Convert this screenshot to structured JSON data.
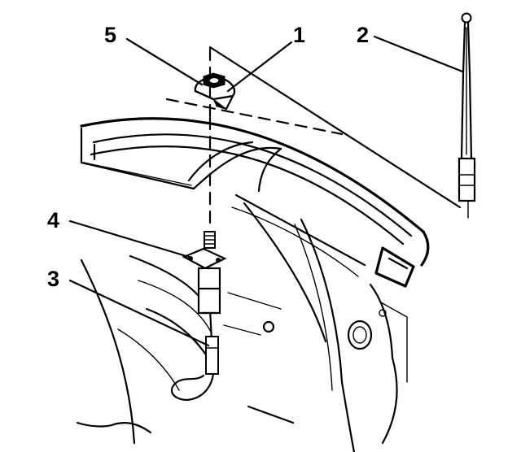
{
  "callouts": {
    "c1": "1",
    "c2": "2",
    "c3": "3",
    "c4": "4",
    "c5": "5"
  },
  "parts": {
    "p1": "antenna-nut",
    "p2": "antenna-mast",
    "p3": "antenna-cable",
    "p4": "antenna-base",
    "p5": "antenna-bezel"
  },
  "colors": {
    "ink": "#000000",
    "paper": "#ffffff"
  }
}
